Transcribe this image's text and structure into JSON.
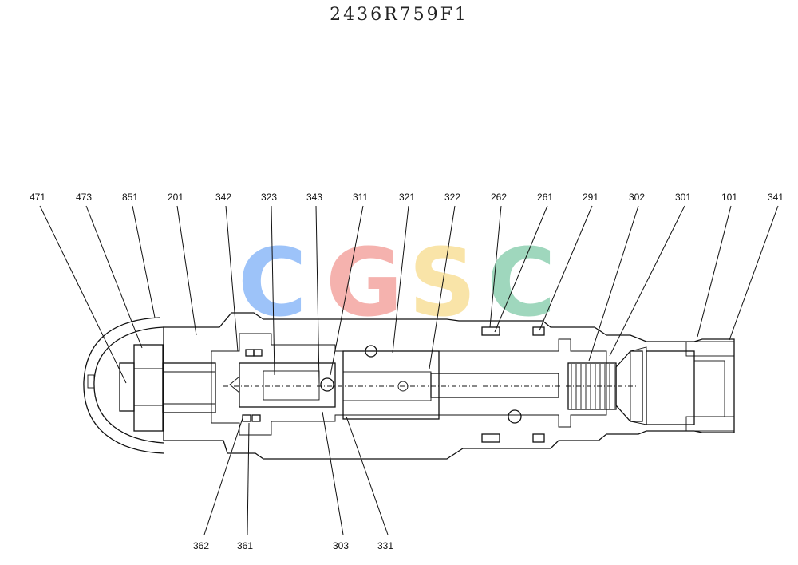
{
  "title": "2436R759F1",
  "watermark": {
    "letters": [
      "C",
      "G",
      "S",
      "C"
    ],
    "colors": [
      "#6aa4f6",
      "#f08a84",
      "#f7d67a",
      "#6cc29a"
    ]
  },
  "part_labels": {
    "top": [
      "471",
      "473",
      "851",
      "201",
      "342",
      "323",
      "343",
      "311",
      "321",
      "322",
      "262",
      "261",
      "291",
      "302",
      "301",
      "101",
      "341"
    ],
    "bottom": [
      "362",
      "361",
      "303",
      "331"
    ]
  }
}
